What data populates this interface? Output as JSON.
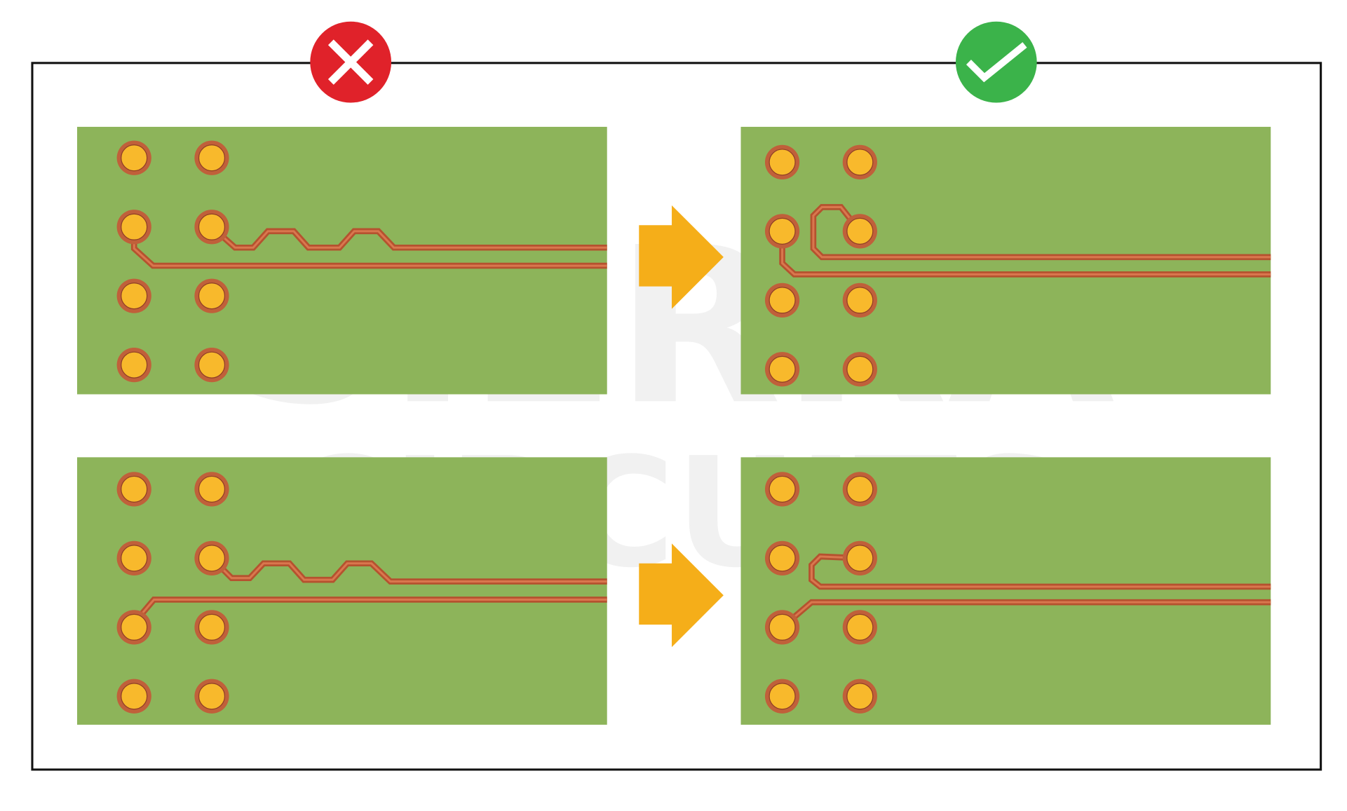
{
  "watermark": {
    "line1": "SIERRA",
    "line2": "CIRCUITS"
  },
  "verdicts": [
    {
      "column": "left",
      "status": "incorrect",
      "icon": "x-mark-icon",
      "color": "#e0222a"
    },
    {
      "column": "right",
      "status": "correct",
      "icon": "check-mark-icon",
      "color": "#3bb34a"
    }
  ],
  "colors": {
    "board": "#8db45a",
    "pad_fill": "#f8b92c",
    "pad_ring": "#c0603a",
    "trace": "#b5522f",
    "arrow": "#f5ae19",
    "frame": "#111111"
  },
  "panels": [
    {
      "id": "top-left",
      "status": "incorrect",
      "trace_style": "serpentine away from pad"
    },
    {
      "id": "top-right",
      "status": "correct",
      "trace_style": "loop near pad"
    },
    {
      "id": "bottom-left",
      "status": "incorrect",
      "trace_style": "serpentine away from pad"
    },
    {
      "id": "bottom-right",
      "status": "correct",
      "trace_style": "loop near pad"
    }
  ]
}
